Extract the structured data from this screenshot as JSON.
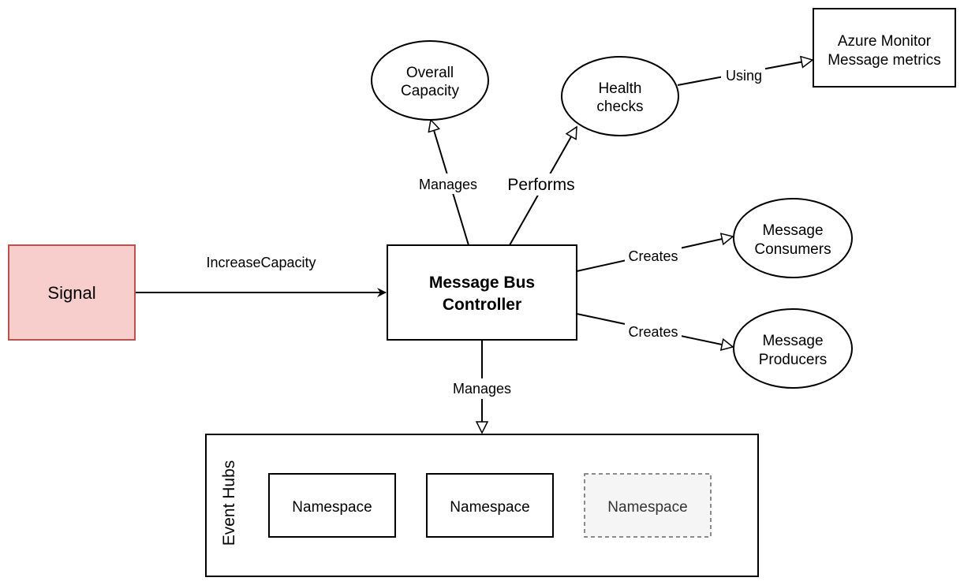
{
  "nodes": {
    "signal": {
      "label": "Signal"
    },
    "controller": {
      "line1": "Message Bus",
      "line2": "Controller"
    },
    "overall_capacity": {
      "line1": "Overall",
      "line2": "Capacity"
    },
    "health_checks": {
      "line1": "Health",
      "line2": "checks"
    },
    "azure_monitor": {
      "line1": "Azure Monitor",
      "line2": "Message metrics"
    },
    "message_consumers": {
      "line1": "Message",
      "line2": "Consumers"
    },
    "message_producers": {
      "line1": "Message",
      "line2": "Producers"
    }
  },
  "edges": {
    "increase_capacity": "IncreaseCapacity",
    "manages_capacity": "Manages",
    "performs": "Performs",
    "using": "Using",
    "creates_consumers": "Creates",
    "creates_producers": "Creates",
    "manages_event_hubs": "Manages"
  },
  "event_hubs": {
    "title": "Event Hubs",
    "namespaces": [
      "Namespace",
      "Namespace",
      "Namespace"
    ]
  },
  "colors": {
    "signal_fill": "#f8cecc",
    "signal_stroke": "#b85450",
    "faded_fill": "#f5f5f5",
    "faded_stroke": "#666666"
  }
}
